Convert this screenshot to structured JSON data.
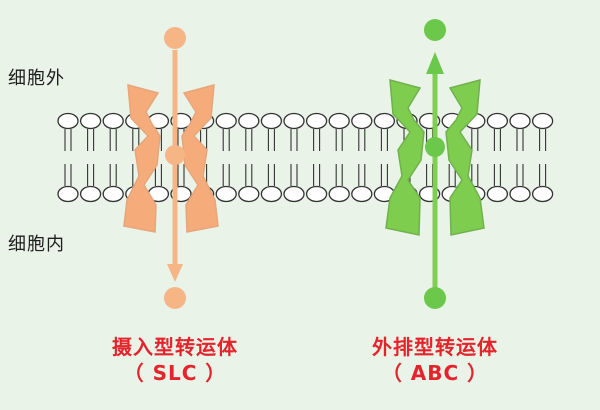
{
  "labels": {
    "extracellular": "细胞外",
    "intracellular": "细胞内"
  },
  "transporters": [
    {
      "name": "摄入型转运体",
      "abbr": "（ SLC ）",
      "direction": "in",
      "color": "#f5ac7a"
    },
    {
      "name": "外排型转运体",
      "abbr": "（ ABC ）",
      "direction": "out",
      "color": "#7fcd4f"
    }
  ],
  "colors": {
    "background": "#e9f3e8",
    "slc_dot": "#f6b585",
    "abc_dot": "#6cc84a",
    "caption": "#e4232b",
    "lipid_stroke": "#333333"
  }
}
